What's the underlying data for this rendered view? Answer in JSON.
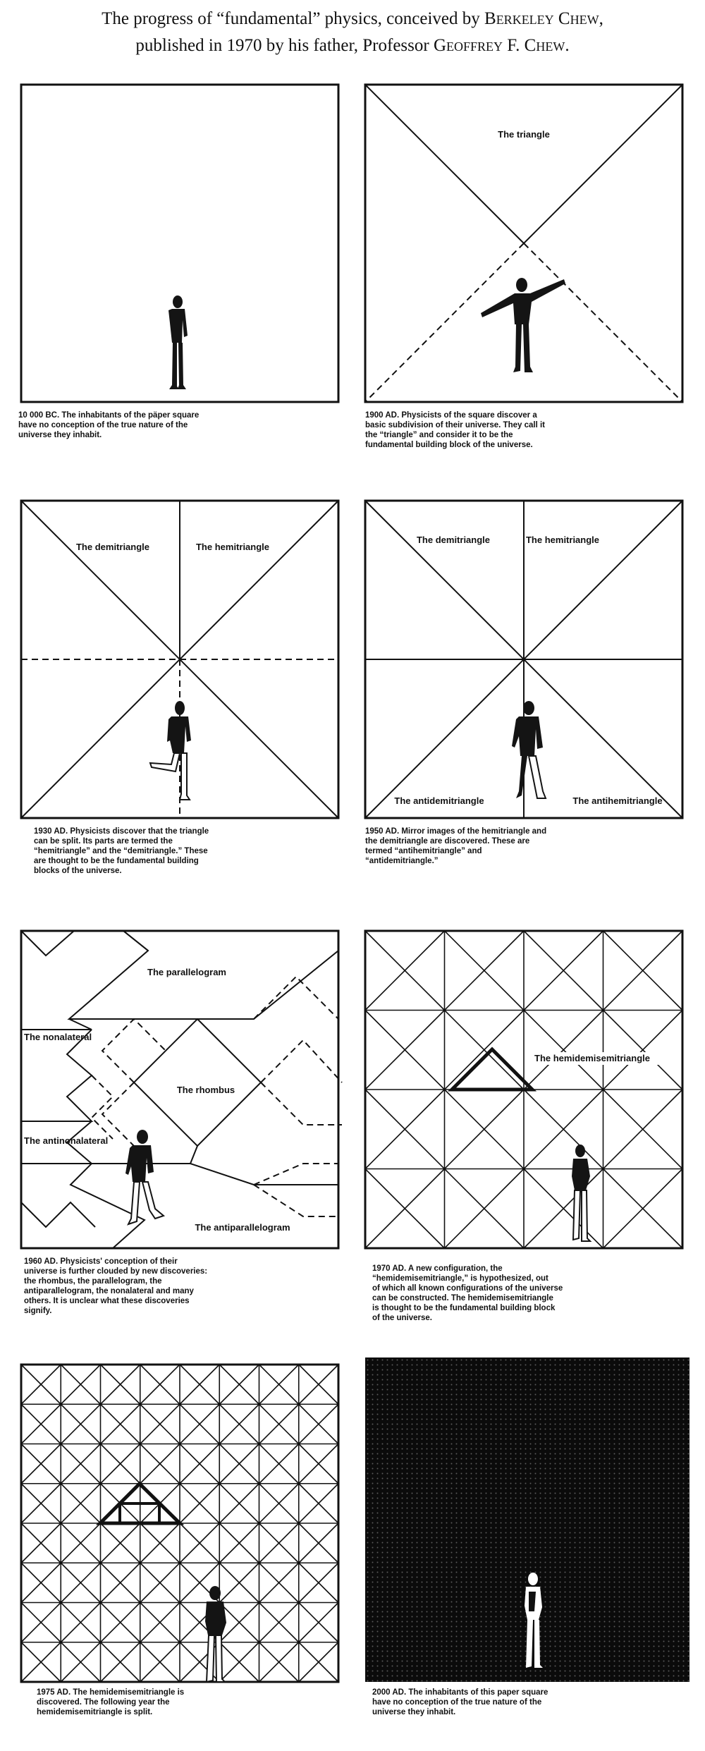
{
  "header": {
    "line1_a": "The progress of “fundamental” physics, conceived by ",
    "line1_name": "Berkeley Chew,",
    "line2_a": "published in 1970 by his father, Professor ",
    "line2_name": "Geoffrey F. Chew."
  },
  "panels": [
    {
      "caption": "10 000 BC.  The inhabitants of the päper square\nhave no conception of the true nature of the\nuniverse they inhabit.",
      "labels": []
    },
    {
      "caption": "1900 AD.  Physicists of the square discover a\nbasic subdivision of their universe.  They call it\nthe “triangle” and consider it to be the\nfundamental building block of the universe.",
      "labels": [
        "The triangle"
      ]
    },
    {
      "caption": "1930 AD.  Physicists discover that the triangle\ncan be split.  Its parts are termed the\n“hemitriangle” and the “demitriangle.”  These\nare thought to be the fundamental building\nblocks of the universe.",
      "labels": [
        "The demitriangle",
        "The hemitriangle"
      ]
    },
    {
      "caption": "1950 AD.  Mirror images of the hemitriangle and\nthe demitriangle are discovered.  These are\ntermed “antihemitriangle” and\n“antidemitriangle.”",
      "labels": [
        "The demitriangle",
        "The hemitriangle",
        "The antidemitriangle",
        "The antihemitriangle"
      ]
    },
    {
      "caption": "1960 AD.  Physicists' conception of their\nuniverse is further clouded by new discoveries:\nthe rhombus, the parallelogram, the\nantiparallelogram, the nonalateral and many\nothers.  It is unclear what these discoveries\nsignify.",
      "labels": [
        "The parallelogram",
        "The nonalateral",
        "The rhombus",
        "The antinonalateral",
        "The antiparallelogram"
      ]
    },
    {
      "caption": "1970 AD.  A new configuration, the\n“hemidemisemitriangle,” is hypothesized, out\nof which all known configurations of the universe\ncan be constructed.  The hemidemisemitriangle\nis thought to be the fundamental building block\nof the universe.",
      "labels": [
        "The hemidemisemitriangle"
      ]
    },
    {
      "caption": "1975 AD.  The hemidemisemitriangle is\ndiscovered.  The following year the\nhemidemisemitriangle is split.",
      "labels": []
    },
    {
      "caption": "2000 AD.  The inhabitants of this paper square\nhave no conception of the true nature of the\nuniverse they inhabit.",
      "labels": []
    }
  ]
}
